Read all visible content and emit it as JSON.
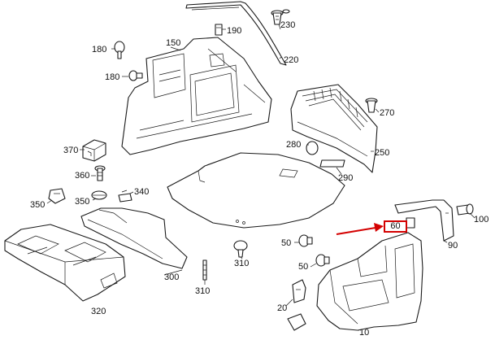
{
  "diagram": {
    "labels": [
      {
        "id": "p230",
        "text": "230"
      },
      {
        "id": "p190",
        "text": "190"
      },
      {
        "id": "p180a",
        "text": "180"
      },
      {
        "id": "p150",
        "text": "150"
      },
      {
        "id": "p220",
        "text": "220"
      },
      {
        "id": "p180b",
        "text": "180"
      },
      {
        "id": "p270",
        "text": "270"
      },
      {
        "id": "p370",
        "text": "370"
      },
      {
        "id": "p280",
        "text": "280"
      },
      {
        "id": "p250",
        "text": "250"
      },
      {
        "id": "p360",
        "text": "360"
      },
      {
        "id": "p290",
        "text": "290"
      },
      {
        "id": "p340",
        "text": "340"
      },
      {
        "id": "p350a",
        "text": "350"
      },
      {
        "id": "p350b",
        "text": "350"
      },
      {
        "id": "p60",
        "text": "60"
      },
      {
        "id": "p100",
        "text": "100"
      },
      {
        "id": "p50a",
        "text": "50"
      },
      {
        "id": "p90",
        "text": "90"
      },
      {
        "id": "p310a",
        "text": "310"
      },
      {
        "id": "p50b",
        "text": "50"
      },
      {
        "id": "p300",
        "text": "300"
      },
      {
        "id": "p310b",
        "text": "310"
      },
      {
        "id": "p20",
        "text": "20"
      },
      {
        "id": "p320",
        "text": "320"
      },
      {
        "id": "p10",
        "text": "10"
      }
    ],
    "highlight": {
      "part": "60",
      "color": "#d40000"
    }
  }
}
